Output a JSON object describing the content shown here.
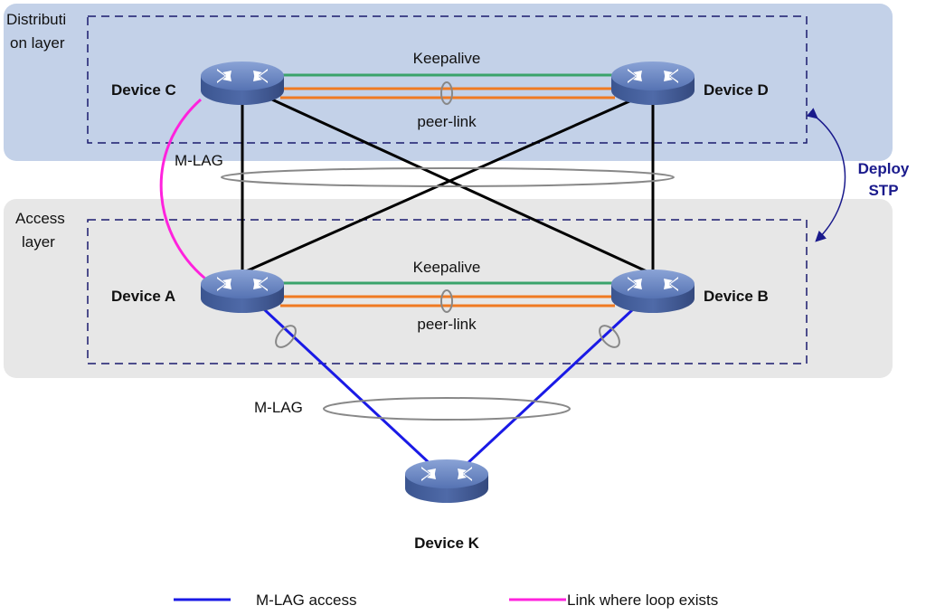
{
  "layers": {
    "distribution": {
      "line1": "Distributi",
      "line2": "on layer"
    },
    "access": {
      "line1": "Access",
      "line2": "layer"
    }
  },
  "devices": {
    "c": "Device C",
    "d": "Device D",
    "a": "Device A",
    "b": "Device B",
    "k": "Device K"
  },
  "links": {
    "keepalive_top": "Keepalive",
    "peerlink_top": "peer-link",
    "keepalive_bottom": "Keepalive",
    "peerlink_bottom": "peer-link",
    "mlag_upper": "M-LAG",
    "mlag_lower": "M-LAG"
  },
  "stp": {
    "line1": "Deploy",
    "line2": "STP"
  },
  "legend": {
    "mlag_access": "M-LAG access",
    "loop_link": "Link where loop exists"
  },
  "colors": {
    "distribution_band": "#c3d1e8",
    "access_band": "#e7e7e7",
    "keepalive": "#3aa36b",
    "peer_link": "#f07a22",
    "mlag_access": "#1a1ae6",
    "loop_link": "#ff22dd",
    "cross_link": "#000000",
    "stp_arrow": "#1a1a8c",
    "device_body": "#5c78b8",
    "device_side": "#3f5a96"
  }
}
